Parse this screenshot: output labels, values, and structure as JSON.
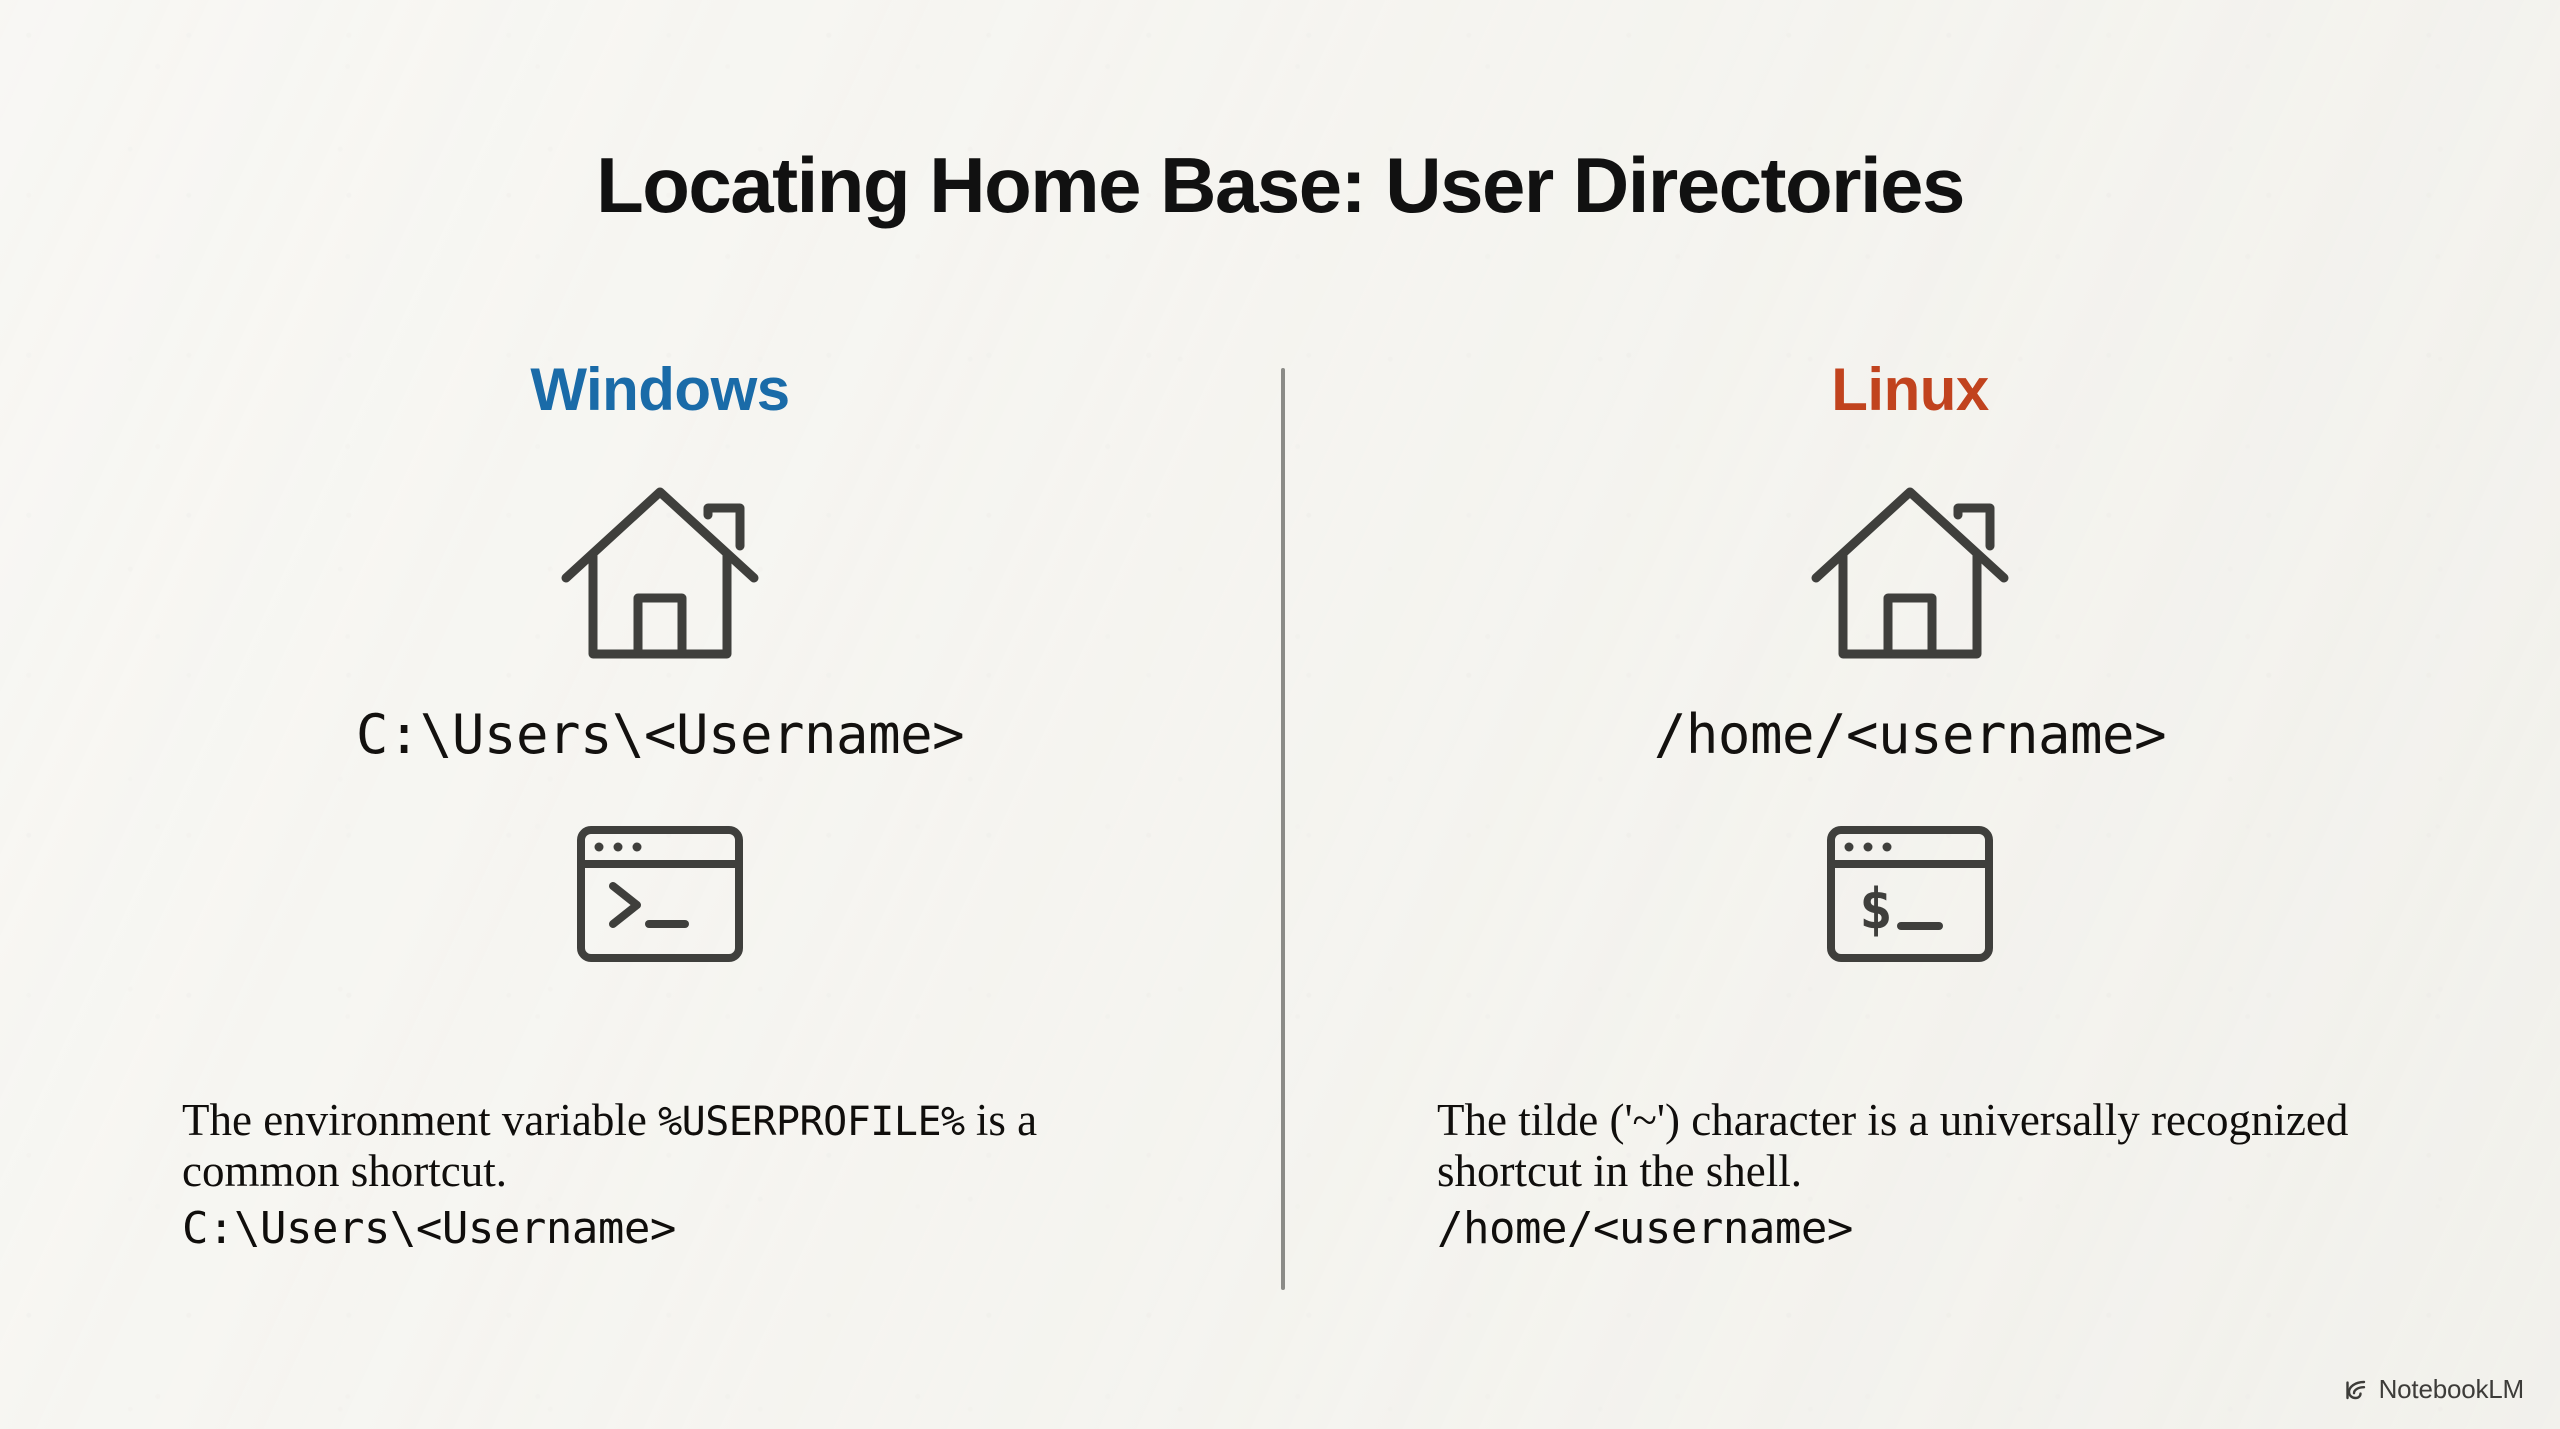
{
  "slide": {
    "title": "Locating Home Base: User Directories",
    "background_color": "#f5f4ef",
    "divider_color": "#8b8b87"
  },
  "columns": [
    {
      "id": "windows",
      "heading": "Windows",
      "heading_color": "#1a6ba8",
      "house_icon": "house-icon",
      "path": "C:\\Users\\<Username>",
      "terminal_icon": "terminal-icon",
      "terminal_prompt": ">_",
      "description_prefix": "The environment variable ",
      "description_variable": "%USERPROFILE%",
      "description_suffix": " is a common shortcut.",
      "description_path": "C:\\Users\\<Username>"
    },
    {
      "id": "linux",
      "heading": "Linux",
      "heading_color": "#c1431e",
      "house_icon": "house-icon",
      "path": "/home/<username>",
      "terminal_icon": "terminal-icon",
      "terminal_prompt": "$_",
      "description_prefix": "The tilde (",
      "description_variable": "'~'",
      "description_suffix": ") character is a universally recognized shortcut in the shell.",
      "description_path": "/home/<username>"
    }
  ],
  "watermark": {
    "label": "NotebookLM",
    "icon": "notebooklm-spiral-icon"
  }
}
